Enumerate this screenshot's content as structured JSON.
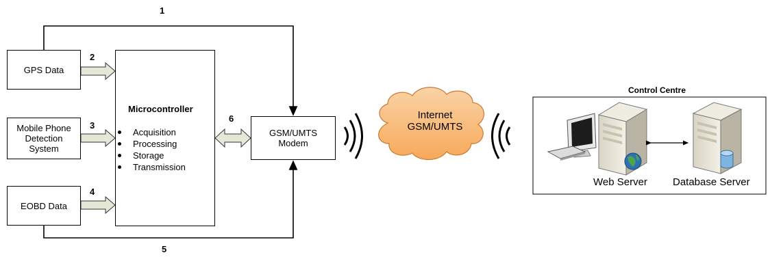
{
  "labels": {
    "n1": "1",
    "n2": "2",
    "n3": "3",
    "n4": "4",
    "n5": "5",
    "n6": "6"
  },
  "gps": "GPS Data",
  "mobile": [
    "Mobile Phone",
    "Detection",
    "System"
  ],
  "eobd": "EOBD Data",
  "micro": {
    "title": "Microcontroller",
    "items": [
      "Acquisition",
      "Processing",
      "Storage",
      "Transmission"
    ]
  },
  "modem": [
    "GSM/UMTS",
    "Modem"
  ],
  "cloud": [
    "Internet",
    "GSM/UMTS"
  ],
  "control": {
    "title": "Control Centre",
    "web": "Web Server",
    "db": "Database Server"
  }
}
